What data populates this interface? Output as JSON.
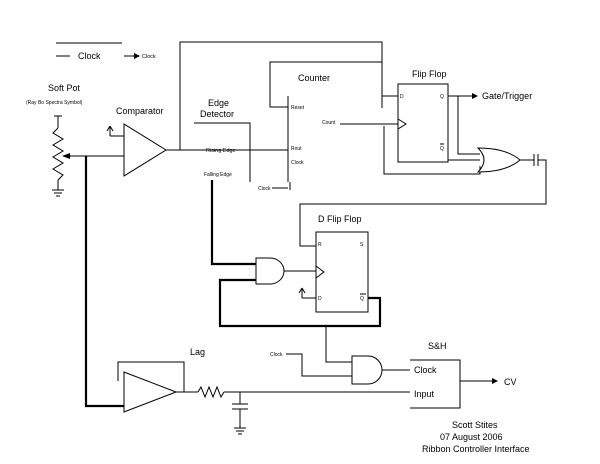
{
  "legend": {
    "clock": "Clock",
    "clock_small": "Clock"
  },
  "softpot": {
    "title": "Soft Pot",
    "subtitle": "(Ray Bo Spectra Symbol)"
  },
  "comparator": {
    "label": "Comparator"
  },
  "edge_detector": {
    "title_line1": "Edge",
    "title_line2": "Detector",
    "pin_rising": "Rising Edge",
    "pin_falling": "Falling Edge"
  },
  "counter": {
    "title": "Counter",
    "pin_reset": "Reset",
    "pin_count": "Count",
    "pin_rout": "Rout",
    "pin_clock": "Clock",
    "pin_clock2": "Clock"
  },
  "flipflop": {
    "title": "Flip Flop",
    "pin_d": "D",
    "pin_q": "Q",
    "pin_qbar": "Q"
  },
  "gate_out": {
    "label": "Gate/Trigger"
  },
  "dflipflop": {
    "title": "D Flip Flop",
    "pin_r": "R",
    "pin_s": "S",
    "pin_d": "D",
    "pin_q": "Q"
  },
  "sh": {
    "label": "S&H",
    "clock": "Clock",
    "input": "Input",
    "clock_in": "Clock"
  },
  "lag": {
    "label": "Lag"
  },
  "cv_out": {
    "label": "CV"
  },
  "credits": {
    "author": "Scott Stites",
    "date": "07 August 2006",
    "project": "Ribbon Controller Interface"
  }
}
